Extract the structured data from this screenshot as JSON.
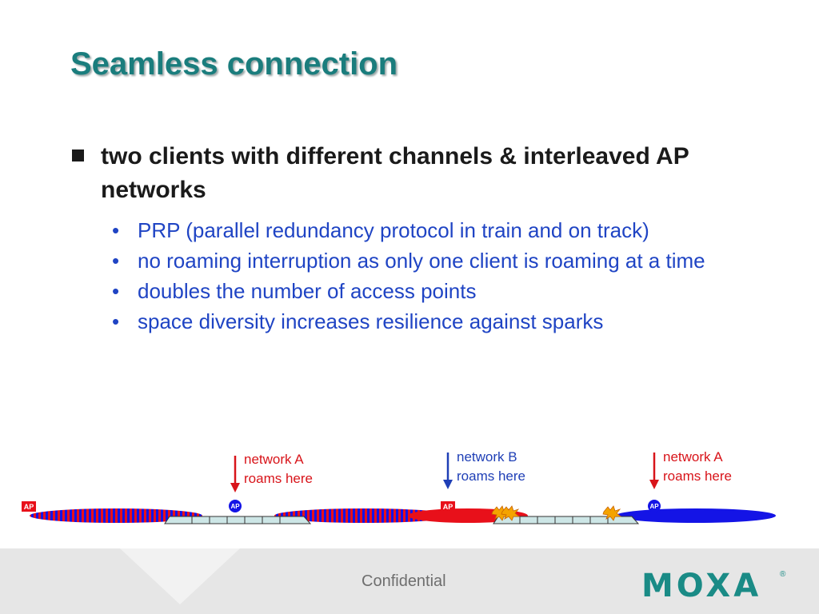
{
  "slide": {
    "title": "Seamless connection",
    "main_bullet": "two clients with different channels & interleaved AP networks",
    "sub_bullets": [
      "PRP (parallel redundancy protocol in train and on track)",
      "no roaming interruption as only one client is roaming at a time",
      "doubles the number of access points",
      "space diversity increases resilience against sparks"
    ]
  },
  "diagram": {
    "ap_label": "AP",
    "annotations": [
      {
        "line1": "network A",
        "line2": "roams here",
        "color": "#d8141a"
      },
      {
        "line1": "network B",
        "line2": "roams here",
        "color": "#1f3fb6"
      },
      {
        "line1": "network A",
        "line2": "roams here",
        "color": "#d8141a"
      }
    ],
    "colors": {
      "network_a": "#e8101a",
      "network_b": "#1414e6",
      "interleaved": "#8a1c8a",
      "train": "#cde6e6"
    }
  },
  "footer": {
    "confidential": "Confidential",
    "logo": "MOXA",
    "logo_mark": "®"
  }
}
